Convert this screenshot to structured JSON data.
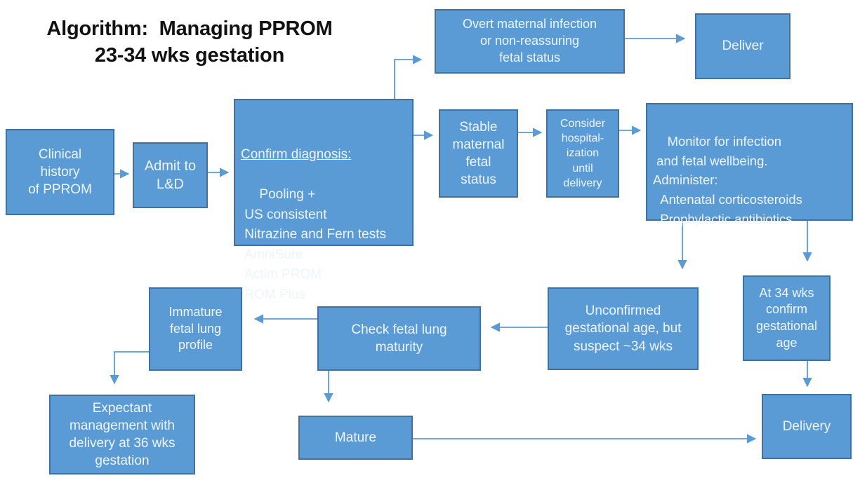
{
  "title": "Algorithm:  Managing PPROM\n23-34 wks gestation",
  "colors": {
    "bg": "#ffffff",
    "box_fill": "#5b9bd5",
    "box_border": "#41719c",
    "box_text": "#eef5fc",
    "arrow": "#5b9bd5",
    "title_color": "#111111"
  },
  "nodes": {
    "clinical_history": {
      "label": "Clinical\nhistory\nof PPROM"
    },
    "admit": {
      "label": "Admit to\nL&D"
    },
    "confirm": {
      "heading": "Confirm diagnosis:",
      "items": " Pooling +\n US consistent\n Nitrazine and Fern tests\n AmniSure\n Actim PROM\n ROM Plus"
    },
    "overt_infection": {
      "label": "Overt maternal infection\nor non-reassuring\nfetal status"
    },
    "deliver": {
      "label": "Deliver"
    },
    "stable_status": {
      "label": "Stable\nmaternal\nfetal\nstatus"
    },
    "consider_hosp": {
      "label": "Consider\nhospital-\nization\nuntil\ndelivery"
    },
    "monitor": {
      "body": "Monitor for infection\n and fetal wellbeing.\nAdminister:\n  Antenatal corticosteroids\n  Prophylactic antibiotics"
    },
    "unconfirmed_ga": {
      "label": "Unconfirmed\ngestational age, but\nsuspect ~34 wks"
    },
    "at34": {
      "label": "At 34 wks\nconfirm\ngestational\nage"
    },
    "immature": {
      "label": "Immature\nfetal lung\nprofile"
    },
    "check_flm": {
      "label": "Check fetal lung\nmaturity"
    },
    "expectant": {
      "label": "Expectant\nmanagement with\ndelivery at 36 wks\ngestation"
    },
    "mature": {
      "label": "Mature"
    },
    "delivery": {
      "label": "Delivery"
    }
  }
}
